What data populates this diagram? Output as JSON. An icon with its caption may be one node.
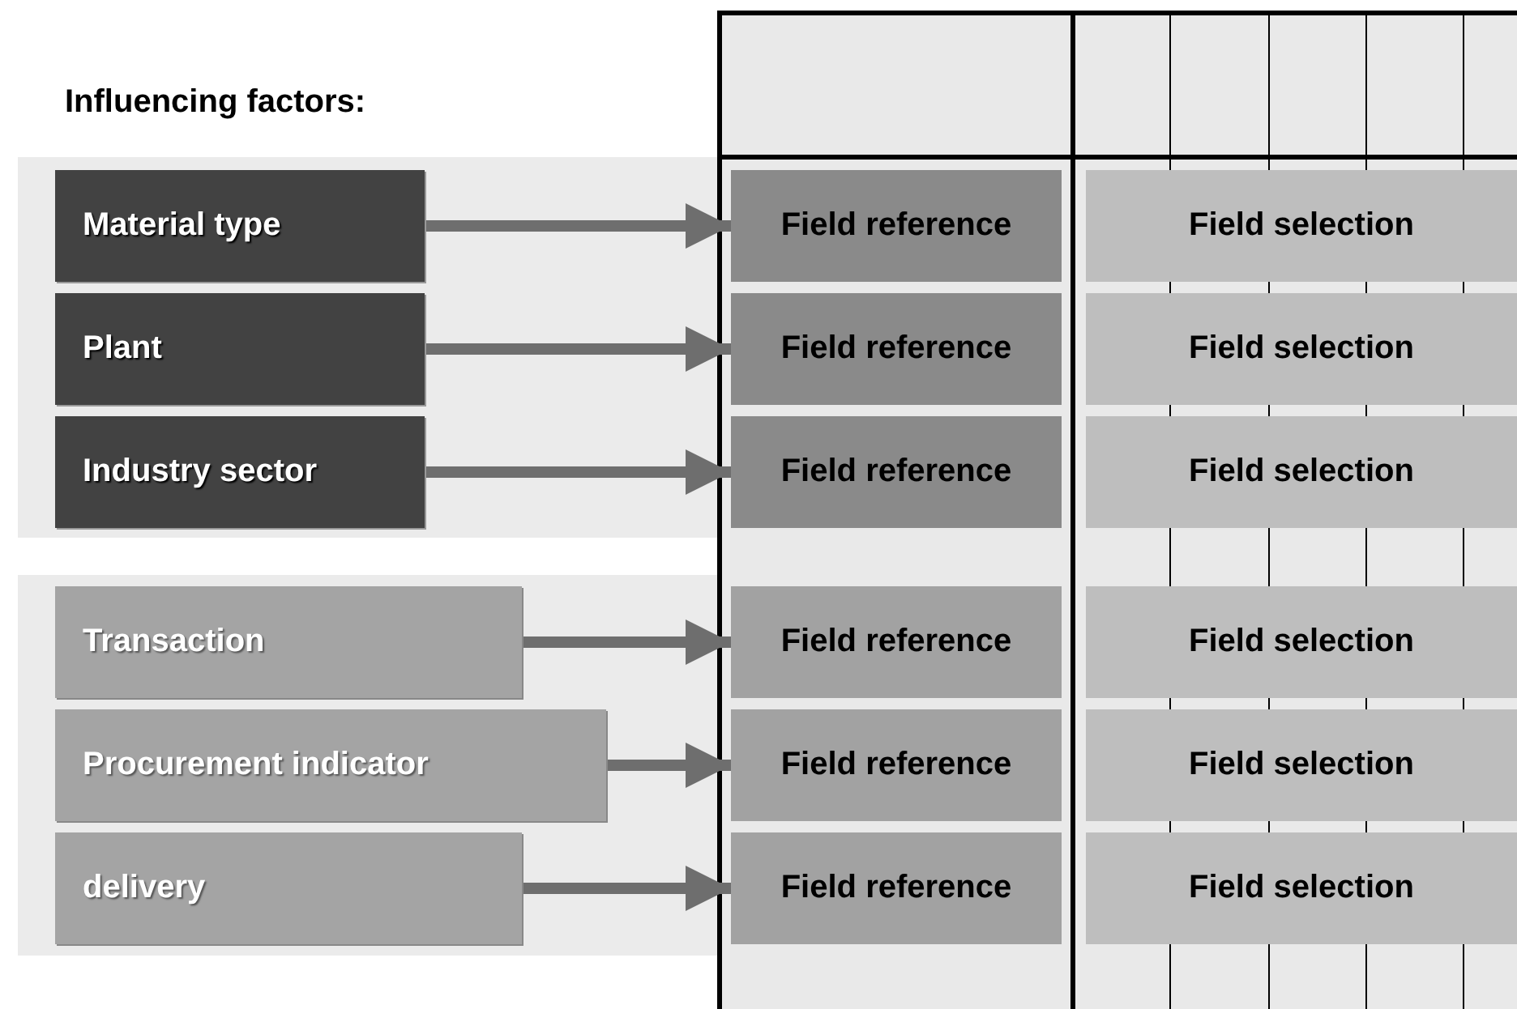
{
  "diagram": {
    "title": "Influencing factors:",
    "nodes": [
      {
        "text": [
          "Material type"
        ]
      },
      {
        "text": [
          "Field reference"
        ]
      },
      {
        "text": [
          "Field selection"
        ]
      },
      {
        "text": [
          "Plant"
        ]
      },
      {
        "text": [
          "Field reference"
        ]
      },
      {
        "text": [
          "Field selection"
        ]
      },
      {
        "text": [
          "Industry sector"
        ]
      },
      {
        "text": [
          "Field reference"
        ]
      },
      {
        "text": [
          "Field selection"
        ]
      },
      {
        "text": [
          "Transaction"
        ]
      },
      {
        "text": [
          "Field reference"
        ]
      },
      {
        "text": [
          "Field selection"
        ]
      },
      {
        "text": [
          "Procurement indicator"
        ]
      },
      {
        "text": [
          "Field reference"
        ]
      },
      {
        "text": [
          "Field selection"
        ]
      },
      {
        "text": [
          "delivery"
        ]
      },
      {
        "text": [
          "Field reference"
        ]
      },
      {
        "text": [
          "Field selection"
        ]
      }
    ],
    "edges": [
      {
        "from": 0,
        "to": 1,
        "arrow": "to"
      },
      {
        "from": 3,
        "to": 4,
        "arrow": "to"
      },
      {
        "from": 6,
        "to": 7,
        "arrow": "to"
      },
      {
        "from": 9,
        "to": 10,
        "arrow": "to"
      },
      {
        "from": 12,
        "to": 13,
        "arrow": "to"
      },
      {
        "from": 15,
        "to": 16,
        "arrow": "to"
      }
    ]
  }
}
